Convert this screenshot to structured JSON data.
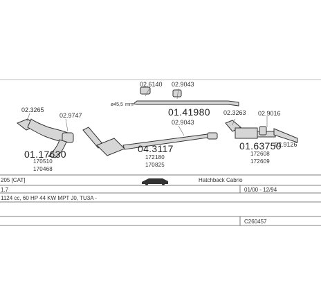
{
  "parts": {
    "downpipe": {
      "number": "01.17630",
      "refs": [
        "170510",
        "170468"
      ],
      "clamps": [
        "02.3265",
        "02.9747"
      ]
    },
    "middle": {
      "number": "04.3117",
      "refs": [
        "172180",
        "170825"
      ],
      "clamps": [
        "02.9043"
      ]
    },
    "front_pipe": {
      "number": "01.41980",
      "dia_label": "ø45,5",
      "unit_label": "mm",
      "clamps": [
        "02.6140",
        "02.9043"
      ]
    },
    "rear": {
      "number": "01.63750",
      "refs": [
        "172608",
        "172609"
      ],
      "clamps": [
        "02.3263",
        "02.9016",
        "02.9126"
      ]
    }
  },
  "info": {
    "model": "205  [CAT]",
    "body": "Hatchback Cabrio",
    "line2_left": "1.7",
    "dates": "01/00 - 12/94",
    "engine": "1124 cc, 60 HP  44 KW  MPT J0, TU3A -",
    "code": "C260457"
  },
  "colors": {
    "line": "#555555",
    "part_fill": "#cfcfcf",
    "part_stroke": "#333333"
  }
}
